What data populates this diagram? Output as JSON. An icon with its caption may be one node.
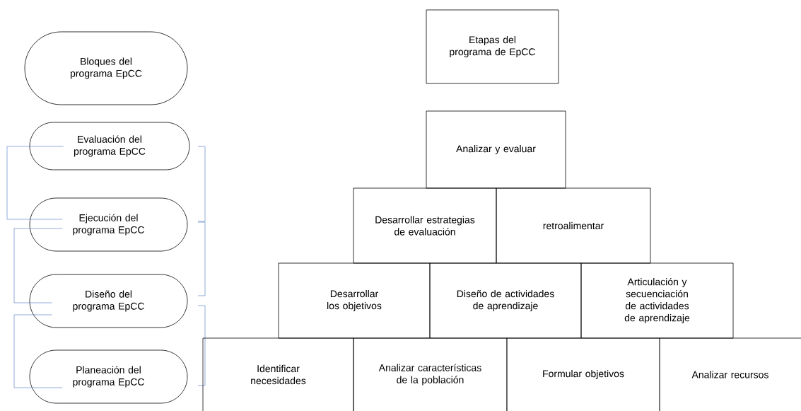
{
  "diagram": {
    "nodes": [
      {
        "text": [
          "Bloques del programa EpCC"
        ]
      },
      {
        "text": [
          "Evaluación del programa EpCC"
        ]
      },
      {
        "text": [
          "Ejecución del programa EpCC"
        ]
      },
      {
        "text": [
          "Diseño del programa EpCC"
        ]
      },
      {
        "text": [
          "Planeación del programa EpCC"
        ]
      },
      {
        "text": [
          "Etapas del programa de EpCC"
        ]
      },
      {
        "text": [
          "Analizar y evaluar"
        ]
      },
      {
        "text": [
          "Desarrollar estrategias de evaluación"
        ]
      },
      {
        "text": [
          "retroalimentar"
        ]
      },
      {
        "text": [
          "Desarrollar los objetivos"
        ]
      },
      {
        "text": [
          "Diseño de actividades de aprendizaje"
        ]
      },
      {
        "text": [
          "Articulación y secuenciación de actividades de aprendizaje"
        ]
      },
      {
        "text": [
          "Identificar necesidades"
        ]
      },
      {
        "text": [
          "Analizar características de la población"
        ]
      },
      {
        "text": [
          "Formular objetivos"
        ]
      },
      {
        "text": [
          "Analizar recursos"
        ]
      }
    ],
    "edges": [
      {
        "from": 1,
        "to": 2,
        "arrow": "none",
        "color": "#4472c4"
      },
      {
        "from": 2,
        "to": 3,
        "arrow": "none",
        "color": "#4472c4"
      },
      {
        "from": 3,
        "to": 4,
        "arrow": "none",
        "color": "#4472c4"
      }
    ]
  }
}
